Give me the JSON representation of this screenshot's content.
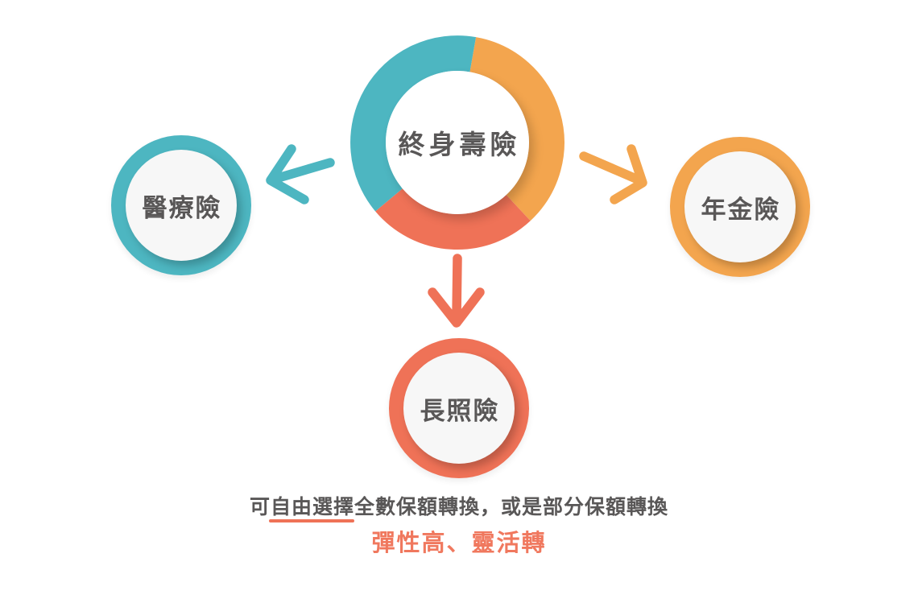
{
  "colors": {
    "teal": "#4DB6C1",
    "orange": "#F3A54E",
    "coral": "#EF7257",
    "coral_text": "#F0785E",
    "text_dark": "#595757",
    "node_inner_fill": "#F7F7F7",
    "background": "#FFFFFF"
  },
  "center_node": {
    "label": "終身壽險",
    "type": "donut-ring",
    "segments": [
      {
        "name": "annuity-share",
        "color": "#F3A54E",
        "from_deg": 10,
        "to_deg": 137
      },
      {
        "name": "long-term-care-share",
        "color": "#EF7257",
        "from_deg": 137,
        "to_deg": 230
      },
      {
        "name": "medical-share",
        "color": "#4DB6C1",
        "from_deg": 230,
        "to_deg": 370
      }
    ]
  },
  "nodes": [
    {
      "id": "medical",
      "label": "醫療險",
      "ring_color": "#4DB6C1",
      "position": "left"
    },
    {
      "id": "annuity",
      "label": "年金險",
      "ring_color": "#F3A54E",
      "position": "right"
    },
    {
      "id": "long-term-care",
      "label": "長照險",
      "ring_color": "#EF7257",
      "position": "bottom"
    }
  ],
  "arrows": [
    {
      "name": "to-medical",
      "direction": "left",
      "color": "#4DB6C1"
    },
    {
      "name": "to-annuity",
      "direction": "right",
      "color": "#F3A54E"
    },
    {
      "name": "to-long-term-care",
      "direction": "down",
      "color": "#EF7257"
    }
  ],
  "footer": {
    "line1_prefix": "可",
    "line1_underlined": "自由選擇",
    "line1_rest": "全數保額轉換，或是部分保額轉換",
    "line2": "彈性高、靈活轉"
  }
}
